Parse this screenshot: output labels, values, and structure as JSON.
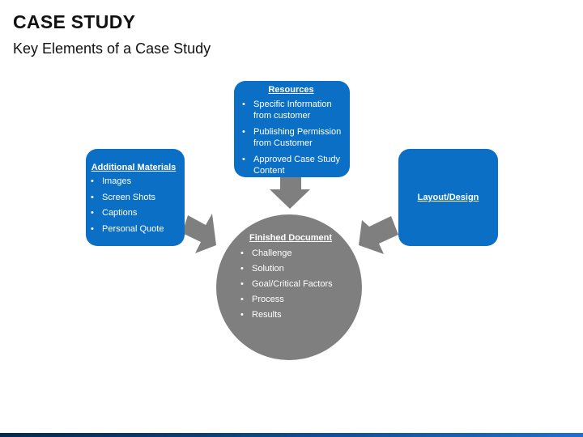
{
  "title": "CASE STUDY",
  "subtitle": "Key Elements of a Case Study",
  "colors": {
    "box_fill": "#0B6FC5",
    "center_fill": "#7F7F7F",
    "arrow_fill": "#7F7F7F",
    "footer_bar": "#0B3F78"
  },
  "resources": {
    "heading": "Resources",
    "items": [
      "Specific Information from customer",
      "Publishing Permission from Customer",
      "Approved Case Study Content"
    ]
  },
  "additional_materials": {
    "heading": "Additional Materials",
    "items": [
      "Images",
      "Screen Shots",
      "Captions",
      "Personal Quote"
    ]
  },
  "layout_design": {
    "heading": "Layout/Design"
  },
  "finished_document": {
    "heading": "Finished Document",
    "items": [
      "Challenge",
      "Solution",
      "Goal/Critical Factors",
      "Process",
      "Results"
    ]
  }
}
